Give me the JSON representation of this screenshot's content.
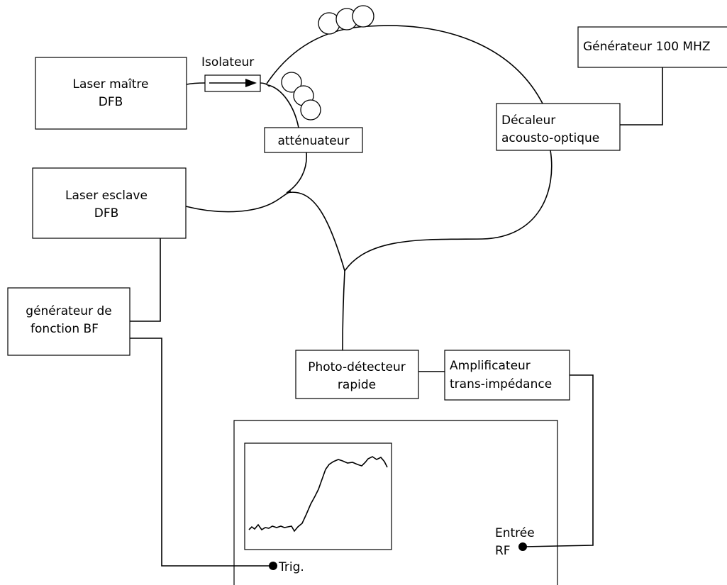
{
  "components": {
    "laser_master": [
      "Laser maître",
      "DFB"
    ],
    "laser_slave": [
      "Laser esclave",
      "DFB"
    ],
    "isolator": "Isolateur",
    "attenuator": "atténuateur",
    "generator_100": "Générateur 100 MHZ",
    "shifter": [
      "Décaleur",
      "acousto-optique"
    ],
    "bf_generator": [
      "générateur de",
      "fonction BF"
    ],
    "photodetector": [
      "Photo-détecteur",
      "rapide"
    ],
    "amplifier": [
      "Amplificateur",
      "trans-impédance"
    ]
  },
  "oscilloscope": {
    "trig_label": "Trig.",
    "rf_input": [
      "Entrée",
      "RF"
    ],
    "trace_shape": "noisy low plateau followed by a rising step to a noisy high plateau"
  }
}
